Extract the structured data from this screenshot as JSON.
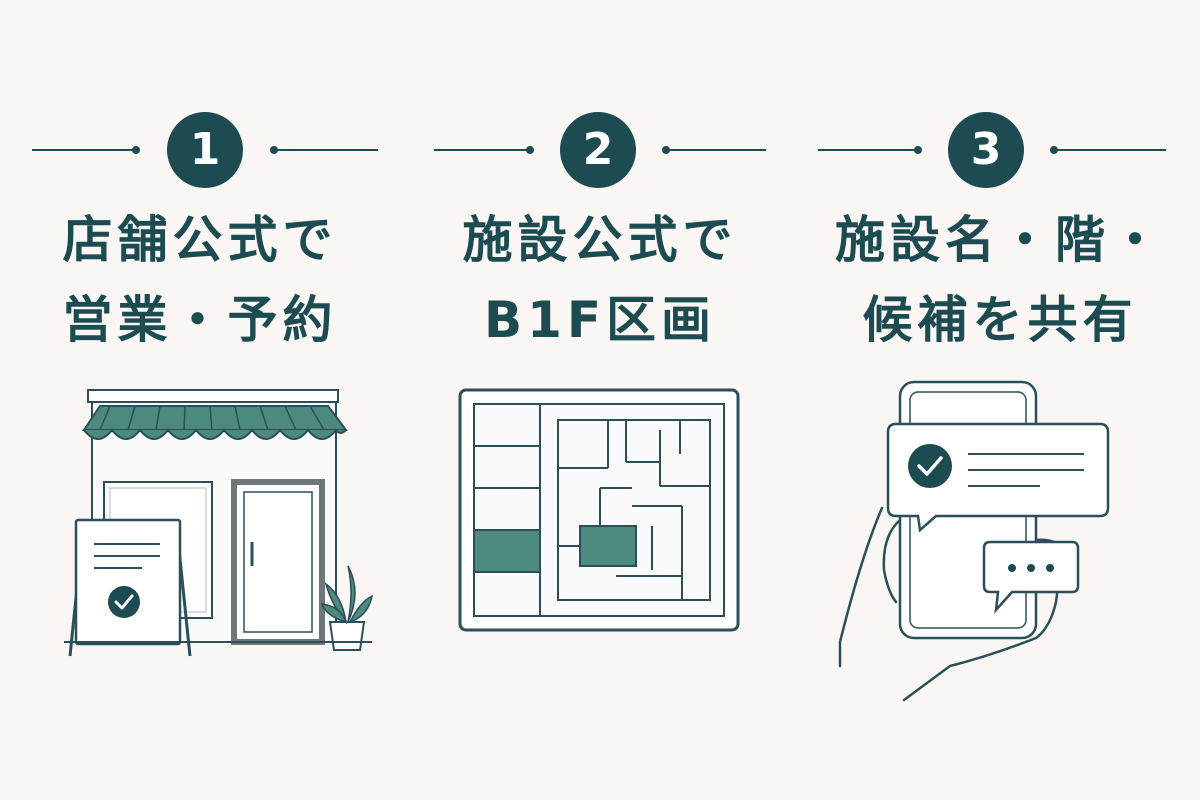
{
  "colors": {
    "background": "#f9f6f4",
    "primary": "#1d4b52",
    "accent": "#4d8a7e",
    "line": "#2a4f5a"
  },
  "steps": [
    {
      "number": "1",
      "title_line1": "店舗公式で",
      "title_line2": "営業・予約",
      "icon": "storefront-icon"
    },
    {
      "number": "2",
      "title_line1": "施設公式で",
      "title_line2": "B1F区画",
      "icon": "floor-map-icon"
    },
    {
      "number": "3",
      "title_line1": "施設名・階・",
      "title_line2": "候補を共有",
      "icon": "smartphone-share-icon"
    }
  ]
}
